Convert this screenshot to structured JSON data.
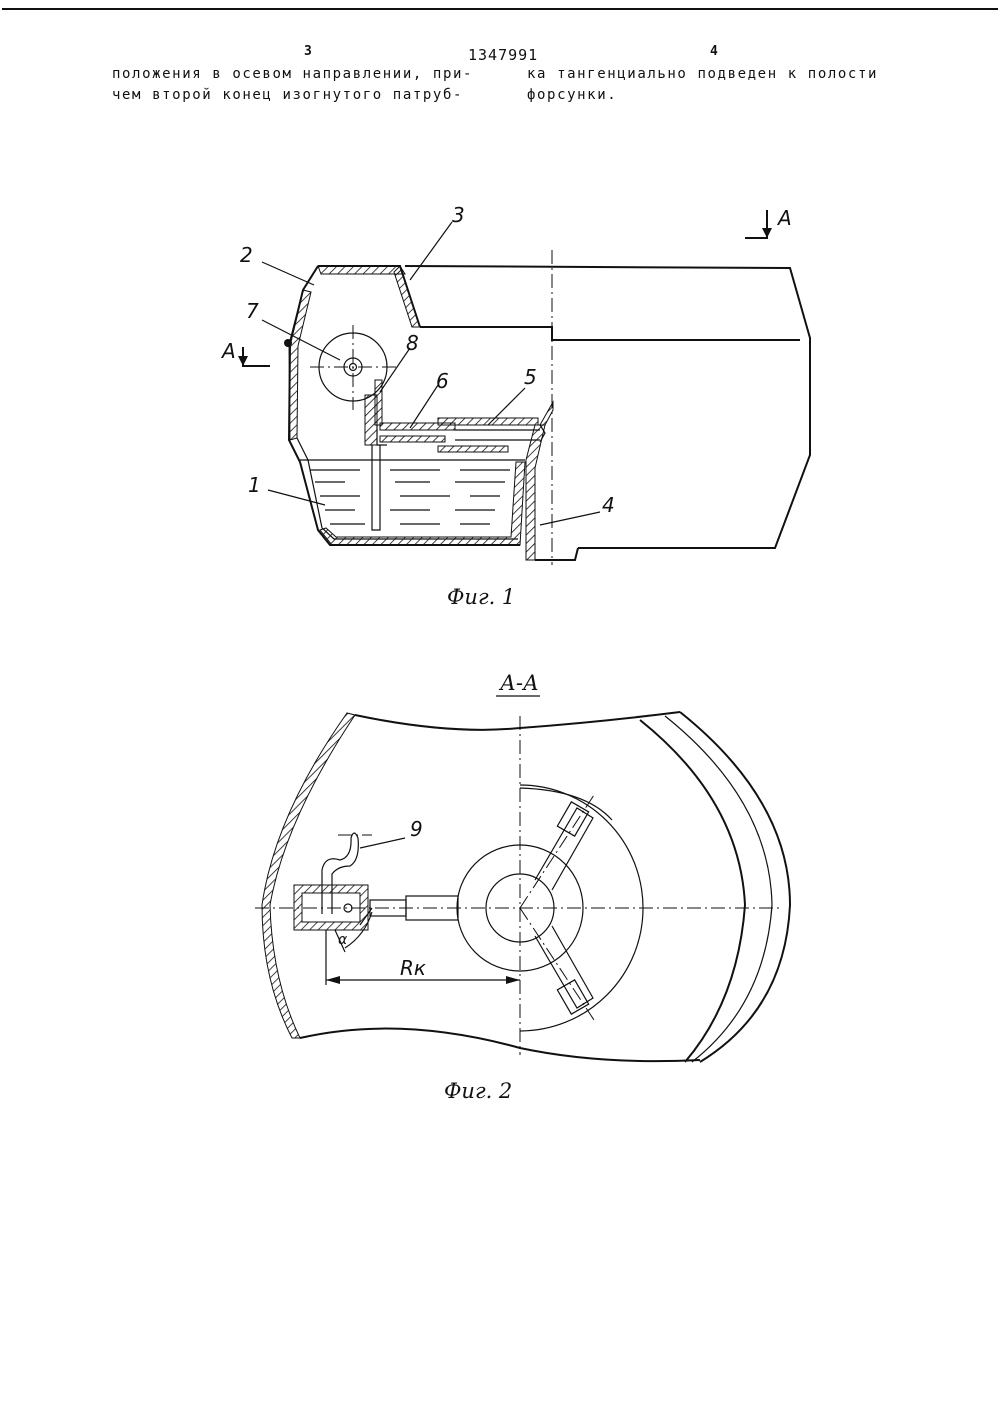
{
  "header": {
    "col_left_number": "3",
    "doc_number": "1347991",
    "col_right_number": "4"
  },
  "text": {
    "left_line1": "положения в осевом направлении, при-",
    "left_line2": "чем  второй конец изогнутого патруб-",
    "right_line1": "ка тангенциально подведен к полости",
    "right_line2": "форсунки."
  },
  "figure1": {
    "caption": "Фиг. 1",
    "section_marker_left": "А",
    "section_marker_right": "А",
    "labels": [
      "1",
      "2",
      "3",
      "4",
      "5",
      "6",
      "7",
      "8"
    ]
  },
  "figure2": {
    "section_title": "А-А",
    "caption": "Фиг. 2",
    "label_9": "9",
    "dimension_rk": "Rк",
    "angle_alpha": "α"
  }
}
